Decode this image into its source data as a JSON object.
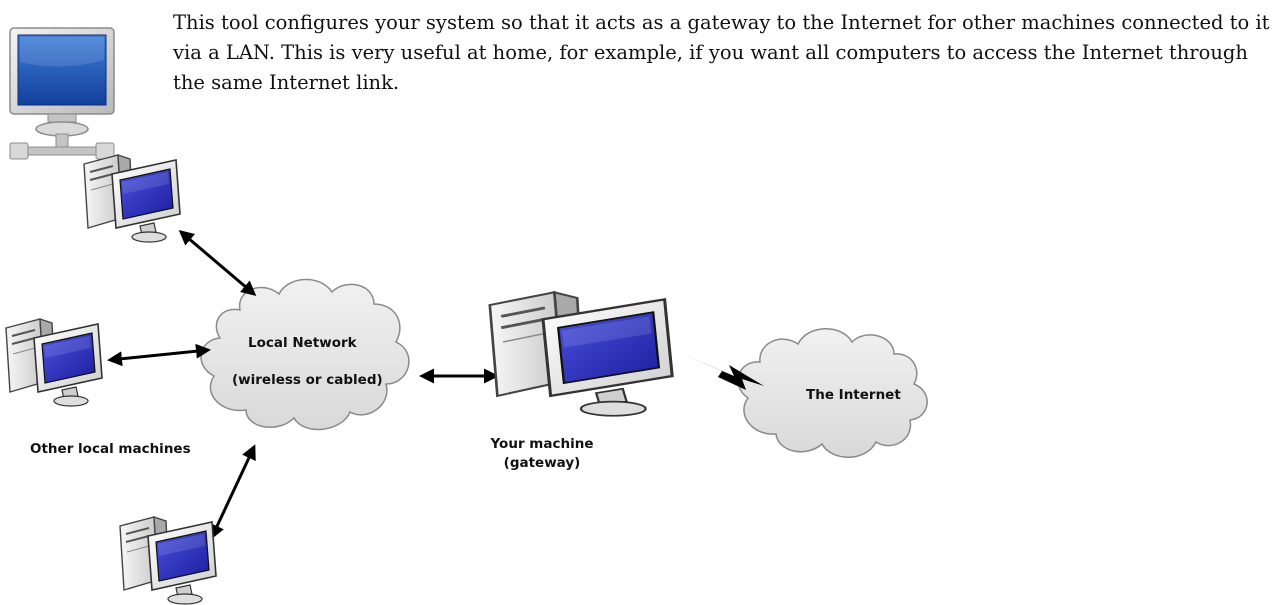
{
  "intro": {
    "text": "This tool configures your system so that it acts as a gateway to the Internet for other machines connected to it via a LAN. This is very useful at home, for example, if you want all computers to access the Internet through the same Internet link."
  },
  "diagram": {
    "local_network_label": "Local Network",
    "local_network_sublabel": "(wireless or cabled)",
    "internet_label": "The Internet",
    "gateway_label_line1": "Your machine",
    "gateway_label_line2": "(gateway)",
    "other_machines_label": "Other local machines"
  },
  "icons": {
    "app": "lan-sharing-icon",
    "computer": "computer-icon"
  },
  "colors": {
    "screen_blue": "#2a2ec0",
    "cloud_fill": "#e6e6e6",
    "cloud_stroke": "#8a8a8a",
    "arrow": "#000000"
  }
}
